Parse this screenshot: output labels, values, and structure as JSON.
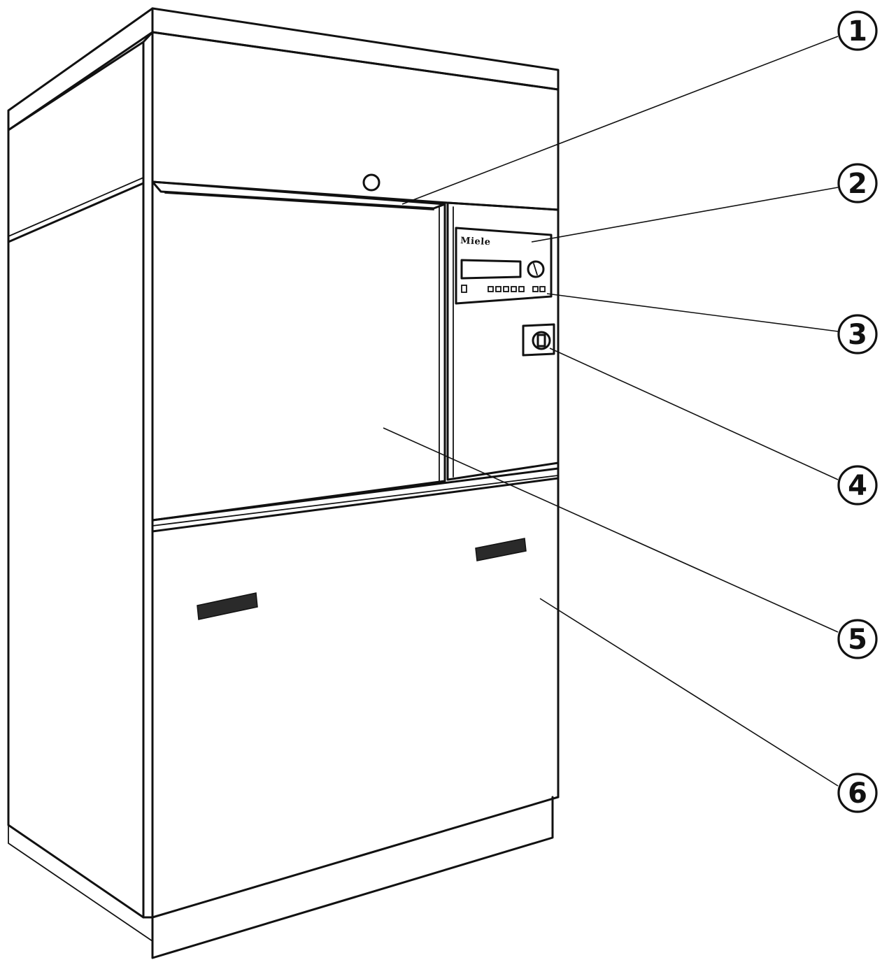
{
  "brand": {
    "label": "Miele"
  },
  "callouts": [
    {
      "number": "1"
    },
    {
      "number": "2"
    },
    {
      "number": "3"
    },
    {
      "number": "4"
    },
    {
      "number": "5"
    },
    {
      "number": "6"
    }
  ]
}
